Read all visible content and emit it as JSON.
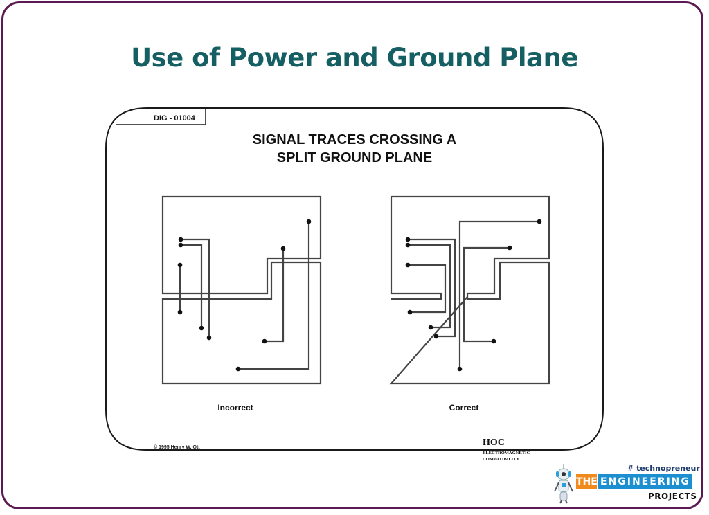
{
  "slide": {
    "title": "Use of Power and Ground Plane",
    "frame_color": "#5b1a52",
    "title_color": "#155f63"
  },
  "figure": {
    "id_tag": "DIG - 01004",
    "heading_line1": "SIGNAL TRACES CROSSING A",
    "heading_line2": "SPLIT GROUND PLANE",
    "left_caption": "Incorrect",
    "right_caption": "Correct",
    "copyright": "© 1995 Henry W. Ott",
    "publisher_name": "HOC",
    "publisher_line1": "ELECTROMAGNETIC",
    "publisher_line2": "COMPATIBILITY"
  },
  "logo": {
    "tagline": "# technopreneur",
    "word1": "THE",
    "word2": "ENGINEERING",
    "word3": "PROJECTS",
    "orange": "#f08a1c",
    "blue": "#1b8fd0"
  }
}
